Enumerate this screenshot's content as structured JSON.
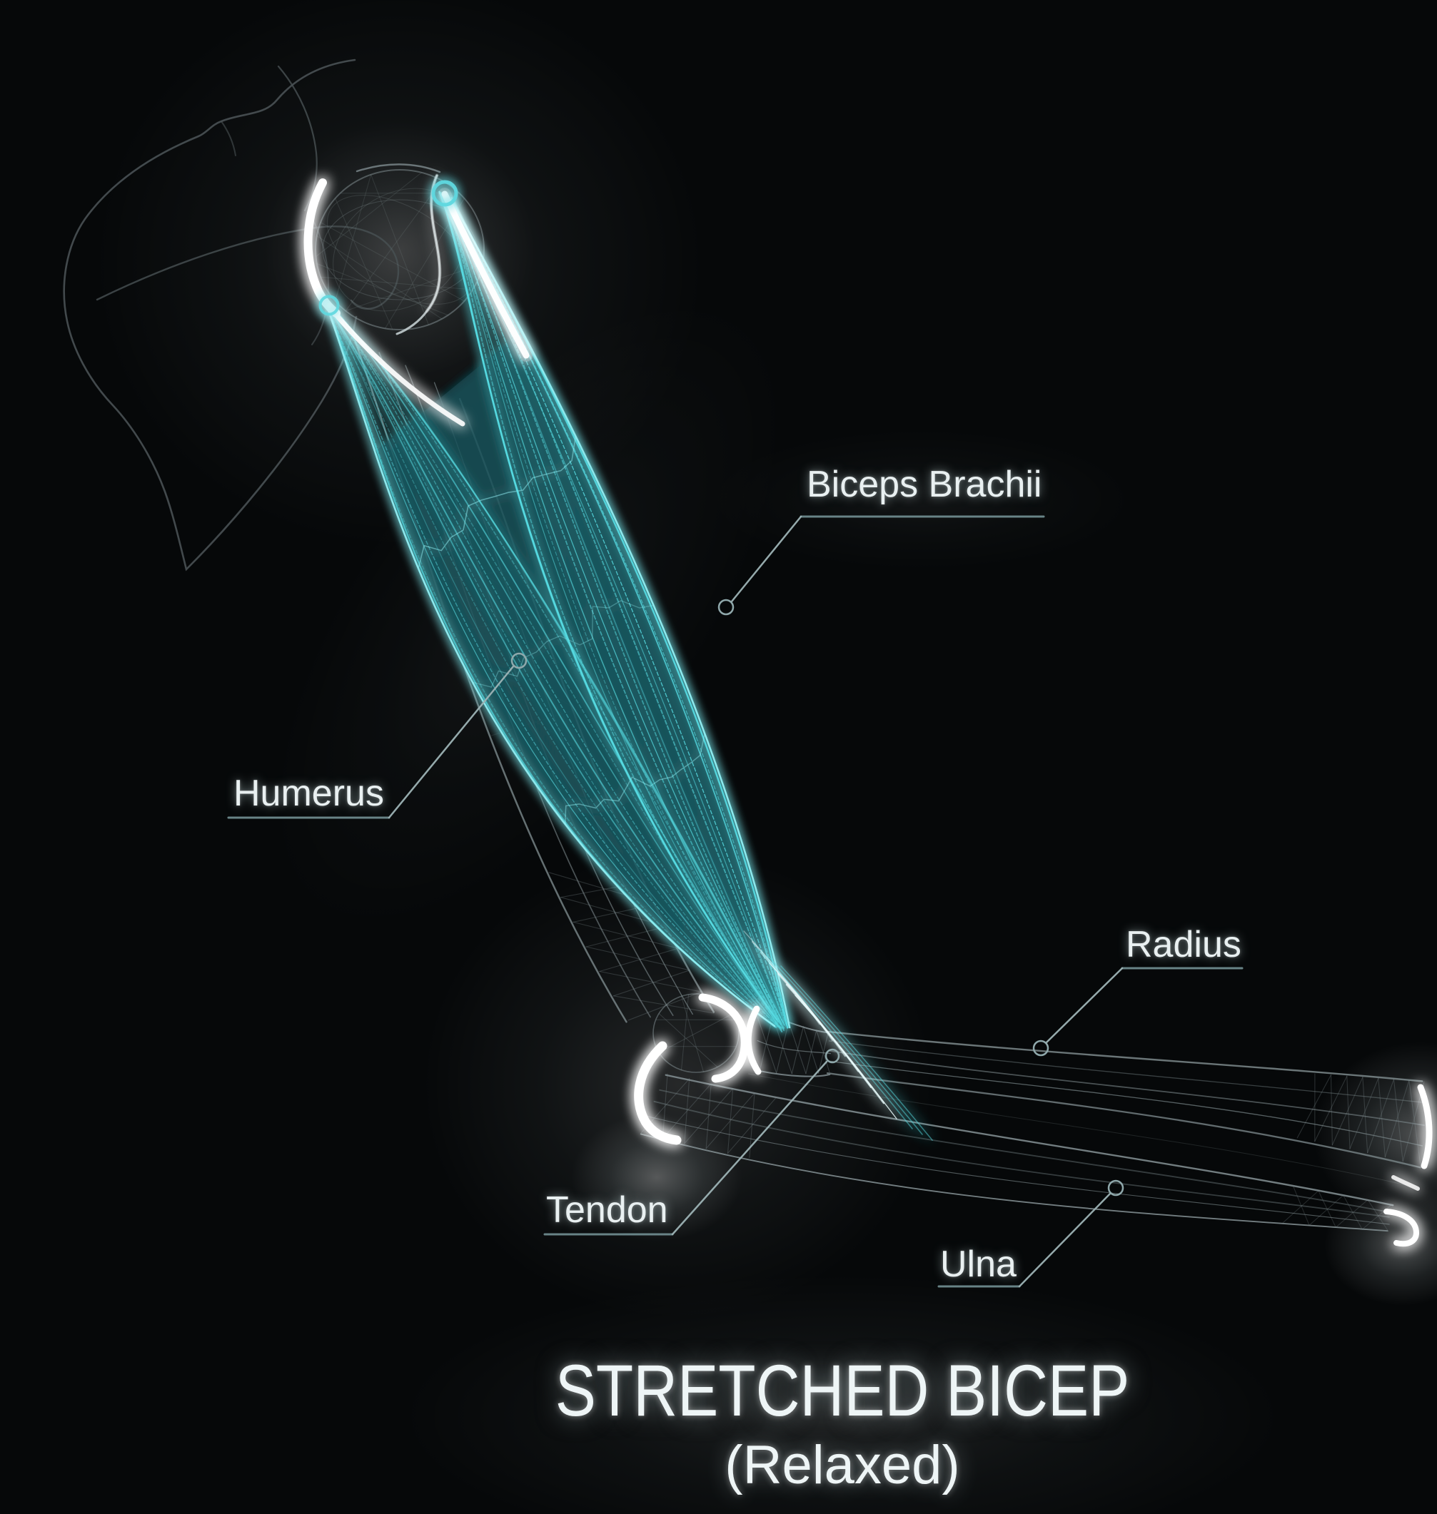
{
  "diagram": {
    "type": "anatomy-diagram",
    "subject": "biceps-muscle-skeletal-arm",
    "title": "STRETCHED BICEP",
    "subtitle": "(Relaxed)",
    "labels": {
      "biceps": {
        "text": "Biceps Brachii"
      },
      "humerus": {
        "text": "Humerus"
      },
      "radius": {
        "text": "Radius"
      },
      "tendon": {
        "text": "Tendon"
      },
      "ulna": {
        "text": "Ulna"
      }
    },
    "colors": {
      "background": "#060809",
      "muscle": "#55d9e0",
      "muscle_bright": "#8feef2",
      "muscle_fill": "#17525a",
      "bone_wireframe": "#7e8b8e",
      "scapula_outline": "#495154",
      "cartilage_glow": "#ffffff",
      "leader_line": "#9db3b5",
      "underline": "#6e8a8d",
      "marker_ring": "#8fa8ab",
      "attachment_ring": "#5fd8df",
      "label_text": "#e9f0f1",
      "title_text": "#eef5f6"
    }
  }
}
